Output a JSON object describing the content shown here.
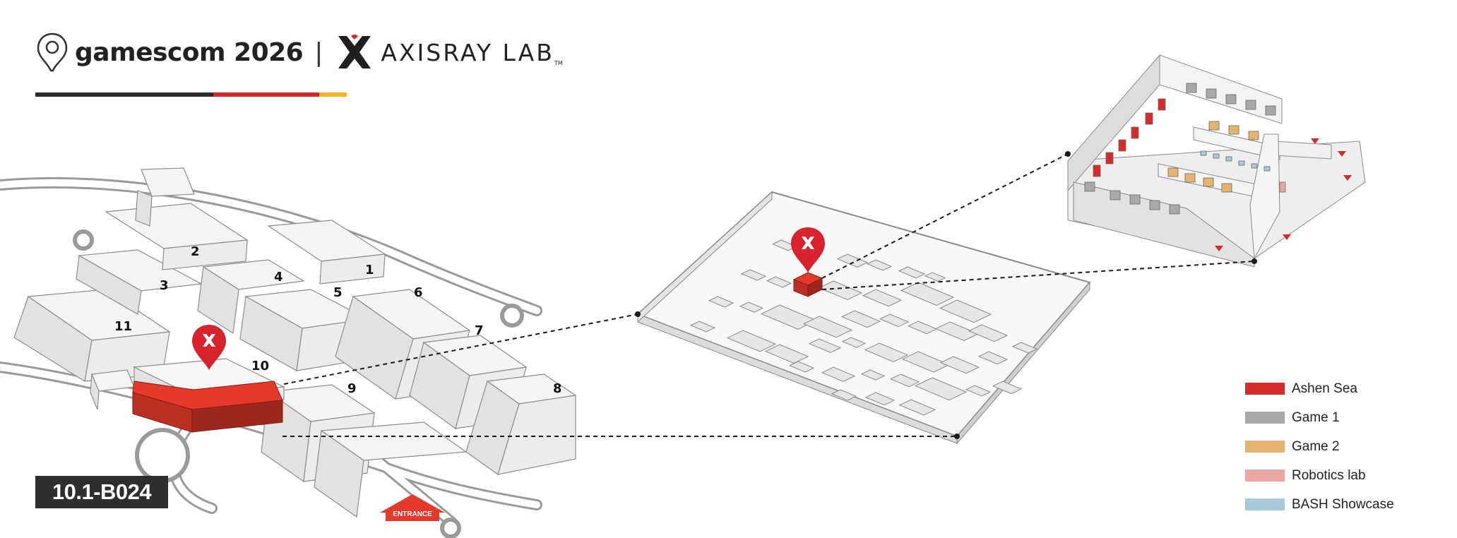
{
  "header": {
    "event": "gamescom 2026",
    "separator": "|",
    "partner": "AXISRAY LAB",
    "trademark": "TM",
    "logo_icon": "location-pin-icon",
    "partner_icon": "axisray-x-icon",
    "flag_colors": [
      "#2b2b2b",
      "#d7262a",
      "#f3b328"
    ]
  },
  "booth": {
    "code": "10.1-B024"
  },
  "map": {
    "hall_numbers": [
      "1",
      "2",
      "3",
      "4",
      "5",
      "6",
      "7",
      "8",
      "9",
      "10",
      "11"
    ],
    "entrance_label": "ENTRANCE",
    "highlight_color": "#e53a2b",
    "pin_color": "#d8222c"
  },
  "legend": [
    {
      "label": "Ashen Sea",
      "color": "#d62a2b"
    },
    {
      "label": "Game 1",
      "color": "#a8a8a8"
    },
    {
      "label": "Game 2",
      "color": "#e6b36f"
    },
    {
      "label": "Robotics lab",
      "color": "#eaa6a2"
    },
    {
      "label": "BASH Showcase",
      "color": "#a9c9dd"
    }
  ]
}
